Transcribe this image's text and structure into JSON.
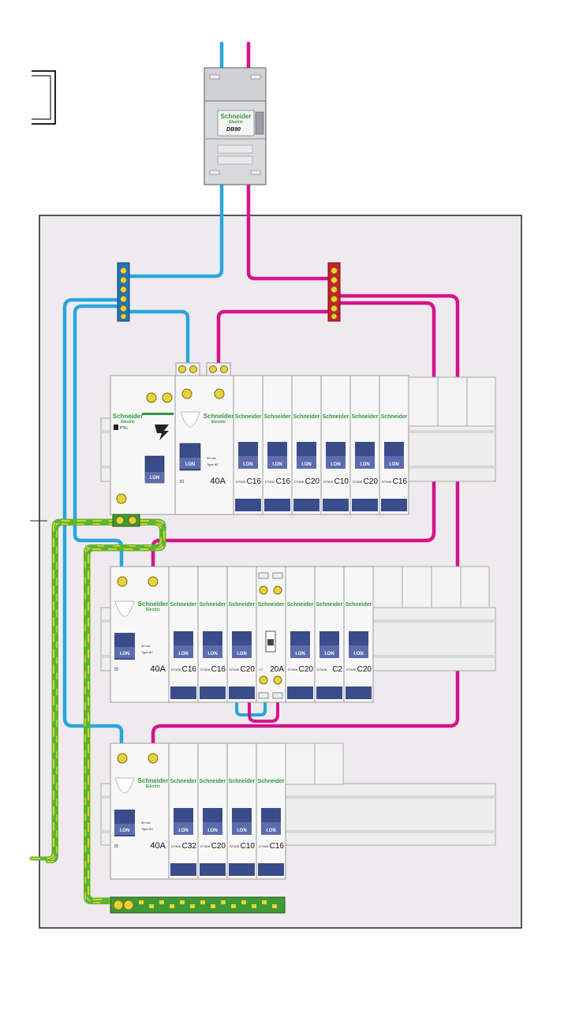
{
  "colors": {
    "neutral": "#27a6dc",
    "phase": "#d6138a",
    "earth_green": "#5cb431",
    "earth_yellow": "#e8d52b",
    "brand": "#2e9a3c",
    "enclosure": "#efeaee"
  },
  "main_breaker": {
    "brand": "Schneider",
    "sub_brand": "Electric",
    "model": "DB90"
  },
  "module_text": {
    "brand": "Schneider",
    "sub_brand": "Electric",
    "switch_label": "I.ON",
    "ptic_label": "PTic",
    "id_sensitivity": "30 mA",
    "id_type": "Type AC",
    "id_prefix": "ID",
    "mcb_prefix": "DT40K",
    "ct_prefix": "CT"
  },
  "rows": [
    {
      "rcd_rating": "40A",
      "breakers": [
        "C16",
        "C16",
        "C20",
        "C10",
        "C20",
        "C16"
      ]
    },
    {
      "rcd_rating": "40A",
      "breakers": [
        "C16",
        "C16",
        "C20"
      ],
      "contactor_rating": "20A",
      "breakers_after": [
        "C20",
        "C2",
        "C20"
      ]
    },
    {
      "rcd_rating": "40A",
      "breakers": [
        "C32",
        "C20",
        "C10",
        "C16"
      ]
    }
  ]
}
